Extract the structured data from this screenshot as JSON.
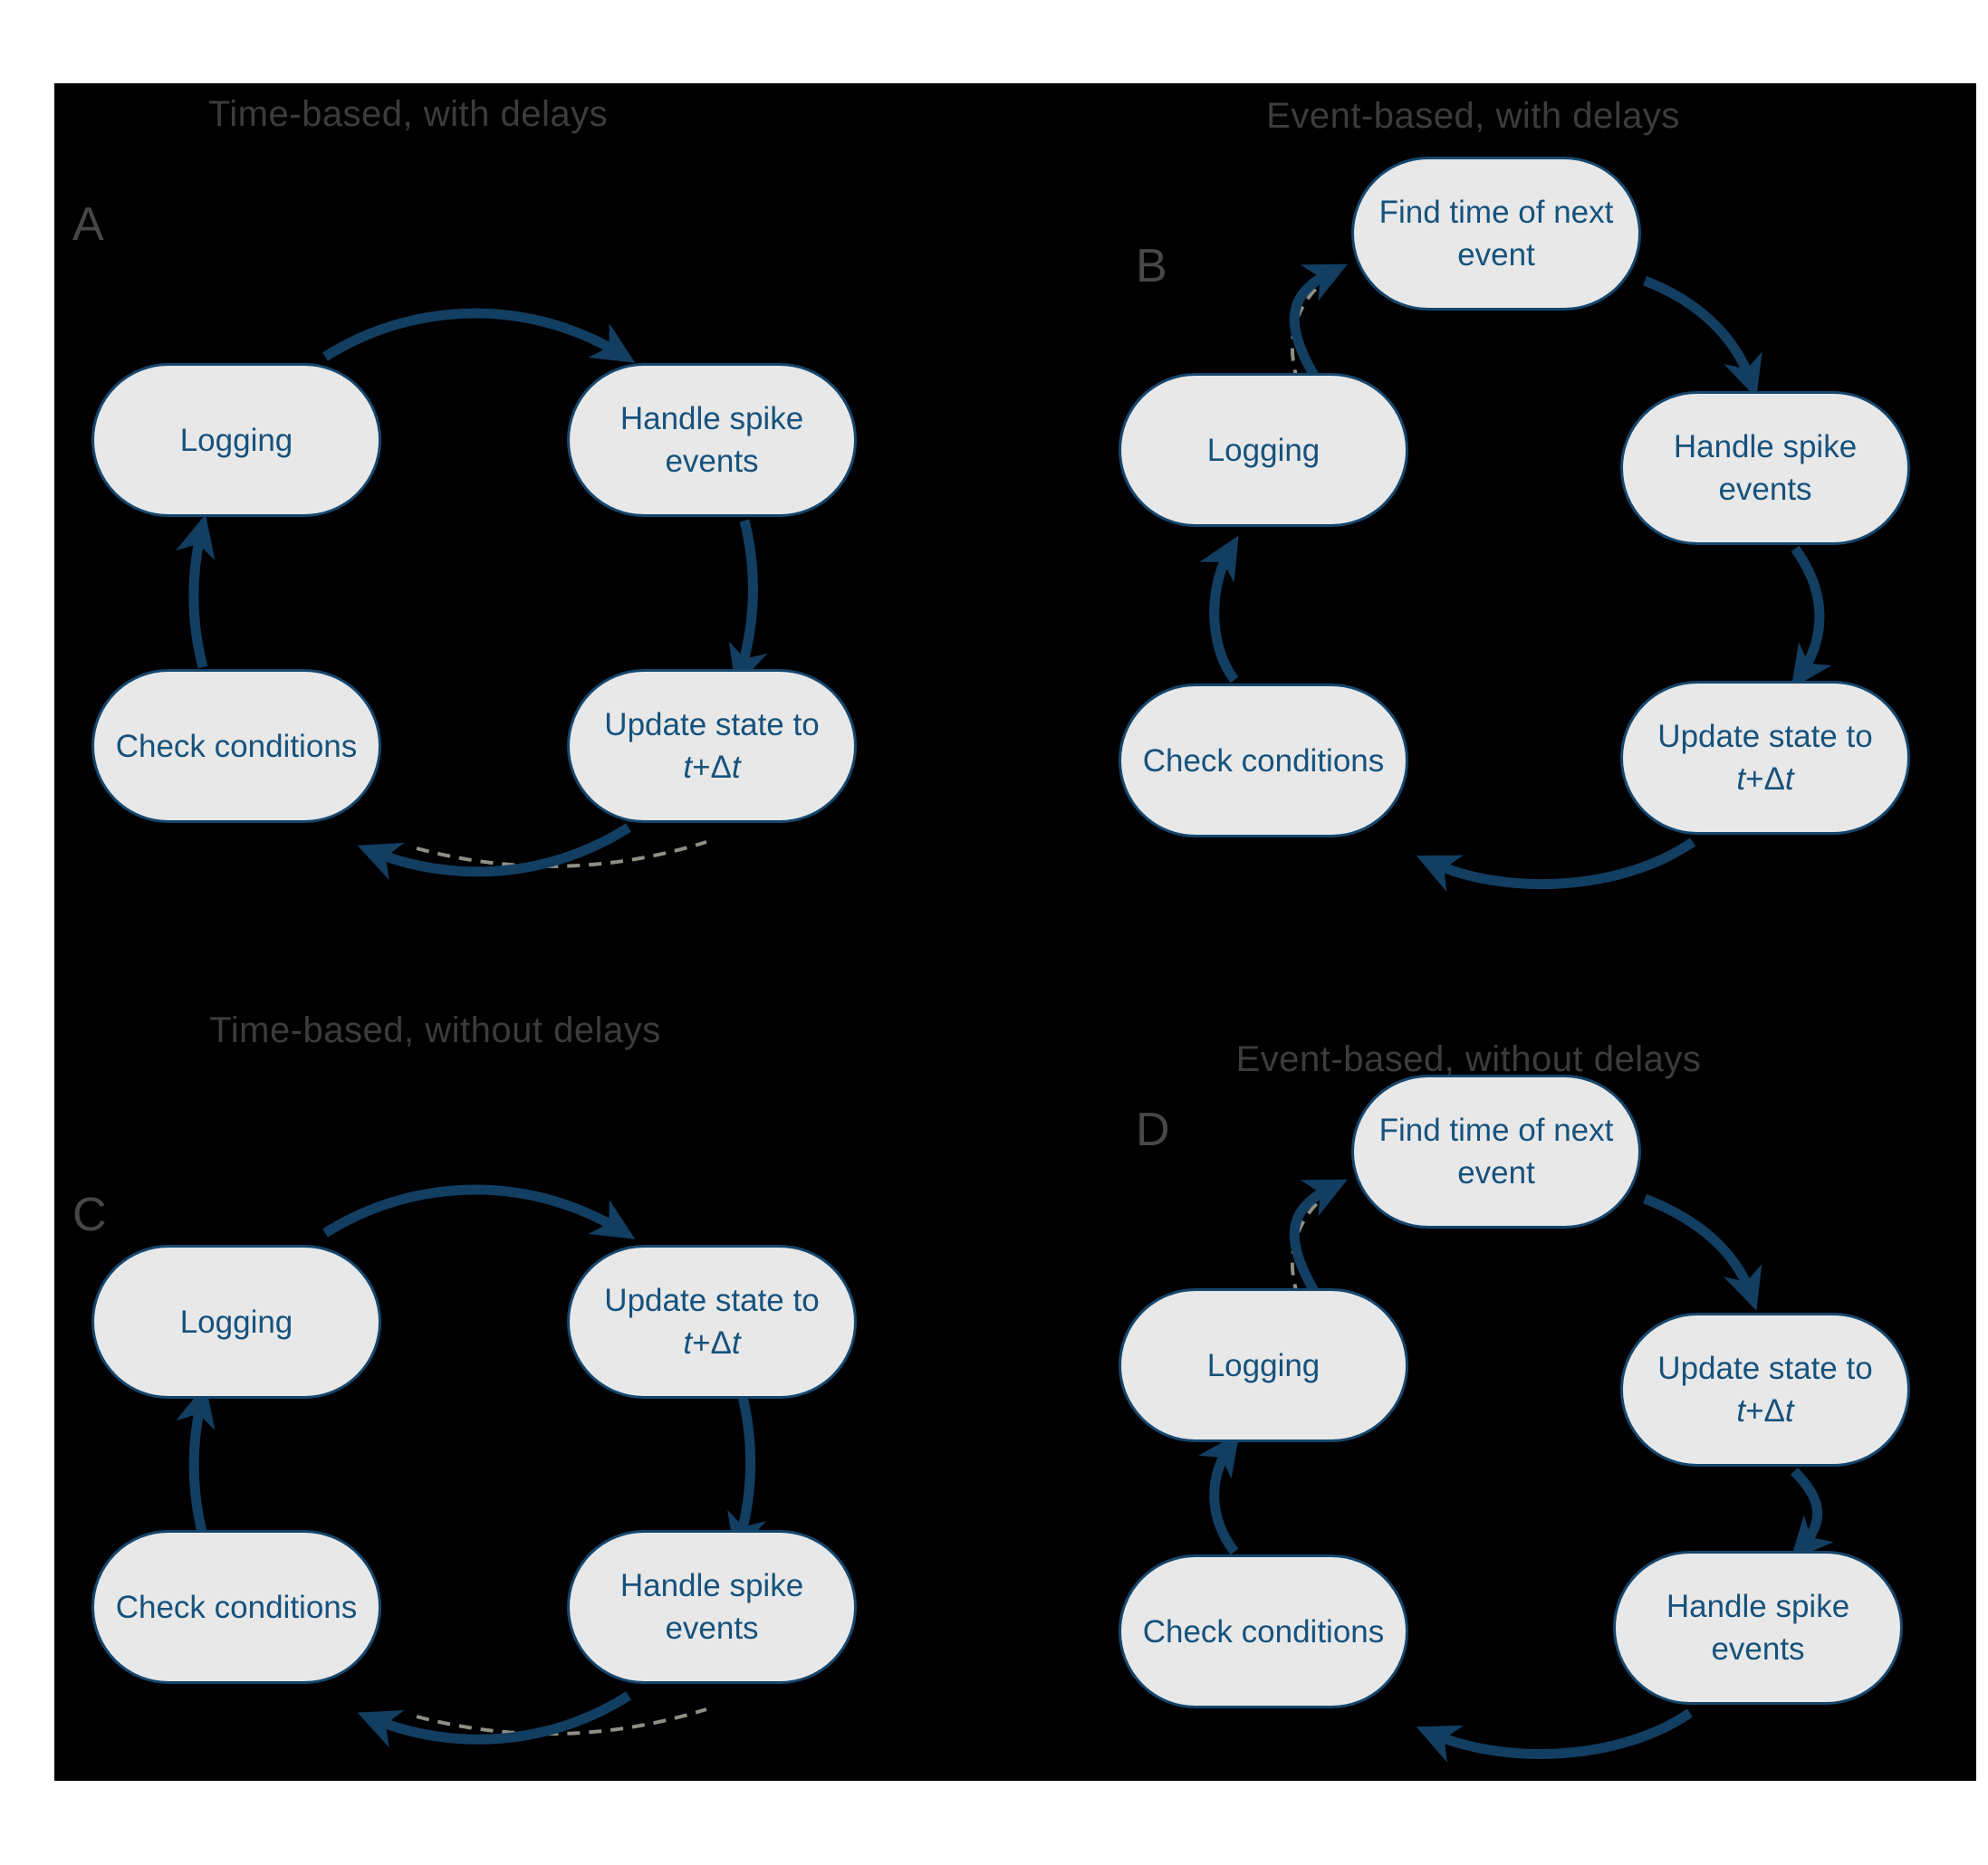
{
  "figure": {
    "page_background": "#ffffff",
    "figure_background": "#000000",
    "arrow_color": "#123e62",
    "node_fill": "#e8e8e8",
    "node_border_color": "#15466d",
    "node_text_color": "#16527d",
    "title_color": "#3c3c3c"
  },
  "panels": {
    "a": {
      "letter": "A",
      "title": "Time-based, with delays",
      "nodes": {
        "top_left": {
          "label": "Logging"
        },
        "top_right": {
          "line1": "Handle spike",
          "line2": "events"
        },
        "bottom_right": {
          "line1": "Update state to",
          "t1": "t",
          "op": "+Δ",
          "t2": "t"
        },
        "bottom_left": {
          "label": "Check conditions"
        }
      }
    },
    "b": {
      "letter": "B",
      "title": "Event-based, with delays",
      "nodes": {
        "top": {
          "line1": "Find time of next",
          "line2": "event"
        },
        "right_top": {
          "line1": "Handle spike",
          "line2": "events"
        },
        "right_bottom": {
          "line1": "Update state to",
          "t1": "t",
          "op": "+Δ",
          "t2": "t"
        },
        "bottom_left": {
          "label": "Check conditions"
        },
        "left": {
          "label": "Logging"
        }
      }
    },
    "c": {
      "letter": "C",
      "title": "Time-based, without delays",
      "nodes": {
        "top_left": {
          "label": "Logging"
        },
        "top_right": {
          "line1": "Update state to",
          "t1": "t",
          "op": "+Δ",
          "t2": "t"
        },
        "bottom_right": {
          "line1": "Handle spike",
          "line2": "events"
        },
        "bottom_left": {
          "label": "Check conditions"
        }
      }
    },
    "d": {
      "letter": "D",
      "title": "Event-based, without delays",
      "nodes": {
        "top": {
          "line1": "Find time of next",
          "line2": "event"
        },
        "right_top": {
          "line1": "Update state to",
          "t1": "t",
          "op": "+Δ",
          "t2": "t"
        },
        "right_bottom": {
          "line1": "Handle spike",
          "line2": "events"
        },
        "bottom_left": {
          "label": "Check conditions"
        },
        "left": {
          "label": "Logging"
        }
      }
    }
  }
}
